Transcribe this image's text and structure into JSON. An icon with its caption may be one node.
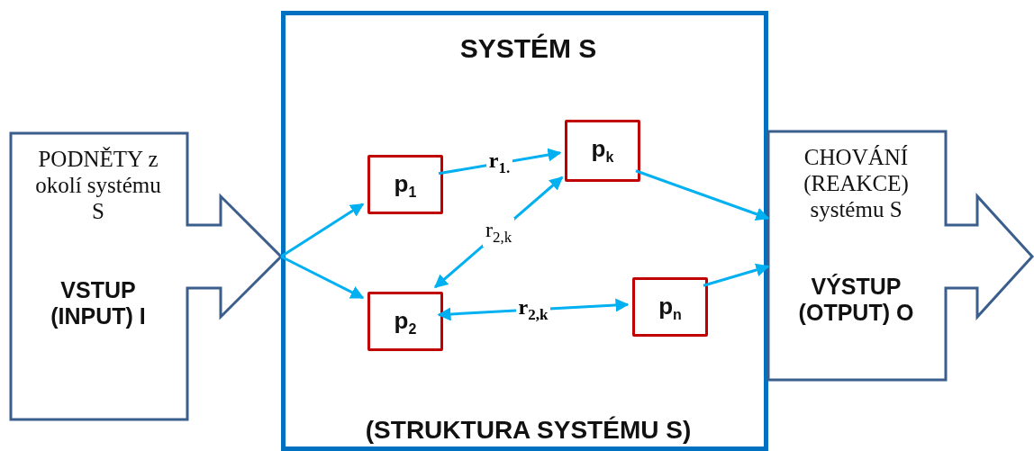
{
  "diagram": {
    "nodes": [
      {
        "text": [
          "SYSTÉM S",
          "(STRUKTURA SYSTÉMU S)"
        ]
      },
      {
        "text": [
          "PODNĚTY z okolí systému S",
          "VSTUP (INPUT) I"
        ]
      },
      {
        "text": [
          "CHOVÁNÍ (REAKCE) systému S",
          "VÝSTUP (OTPUT) O"
        ]
      },
      {
        "text": [
          "p$_{1}$"
        ],
        "in": 0
      },
      {
        "text": [
          "p$_{k}$"
        ],
        "in": 0
      },
      {
        "text": [
          "p$_{2}$"
        ],
        "in": 0
      },
      {
        "text": [
          "p$_{n}$"
        ],
        "in": 0
      }
    ],
    "edges": [
      {
        "from": 1,
        "to": 3,
        "arrow": "to"
      },
      {
        "from": 1,
        "to": 5,
        "arrow": "to"
      },
      {
        "from": 3,
        "to": 4,
        "arrow": "to",
        "label": "r$_{1.}$"
      },
      {
        "from": 5,
        "to": 4,
        "arrow": "both",
        "label": "r$_{2,k}$"
      },
      {
        "from": 5,
        "to": 6,
        "arrow": "both",
        "label": "r$_{2,k}$"
      },
      {
        "from": 4,
        "to": 2,
        "arrow": "to"
      },
      {
        "from": 6,
        "to": 2,
        "arrow": "to"
      }
    ]
  }
}
